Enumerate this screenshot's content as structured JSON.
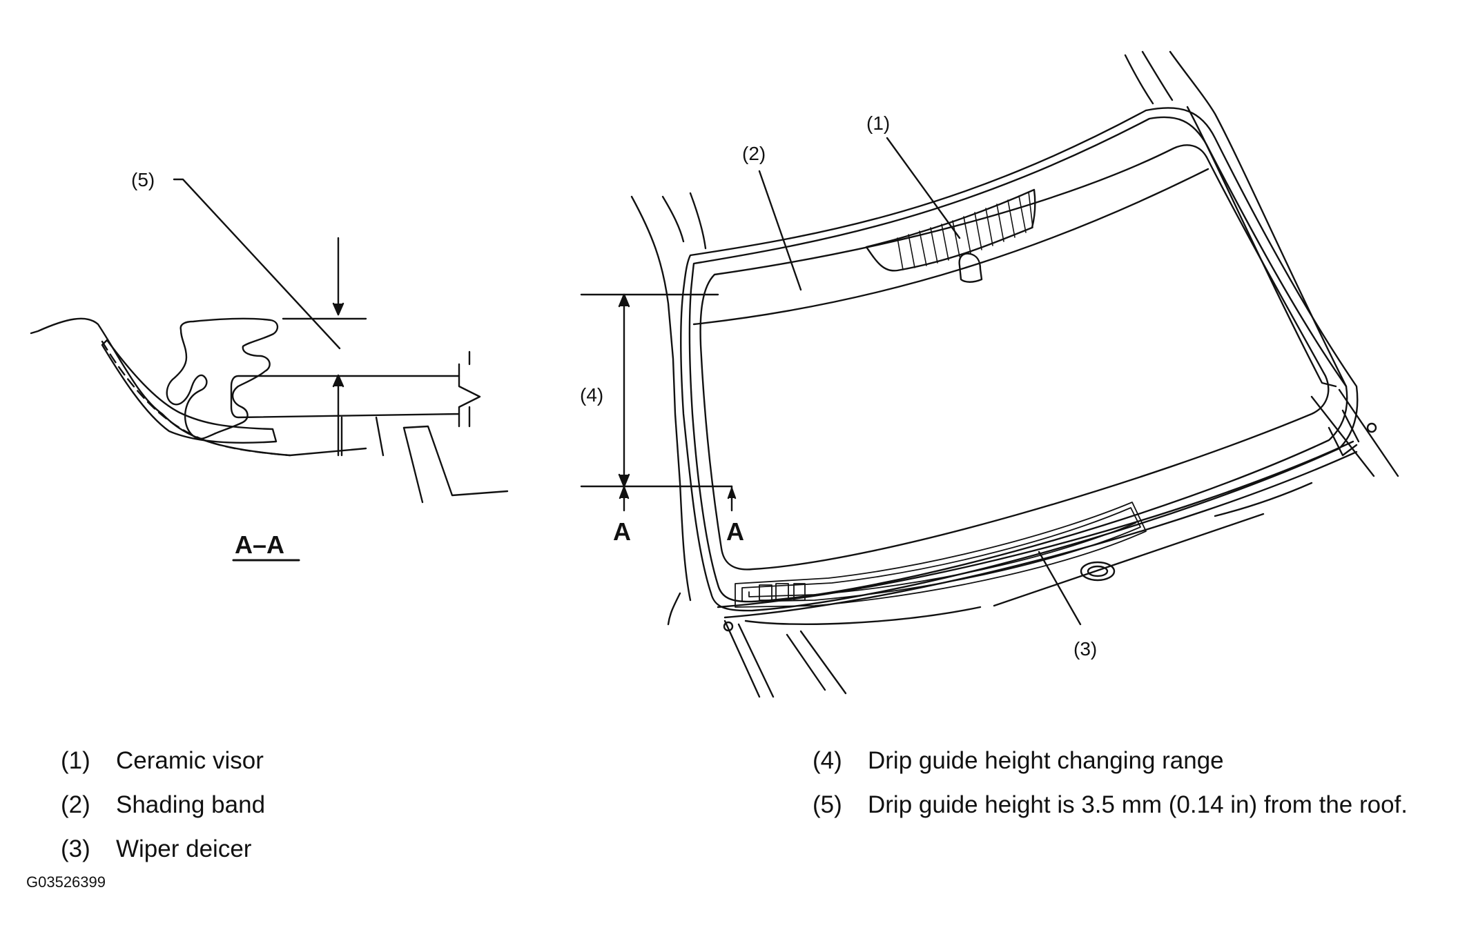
{
  "callouts": {
    "c1": "(1)",
    "c2": "(2)",
    "c3": "(3)",
    "c4": "(4)",
    "c5": "(5)"
  },
  "section": {
    "letter_left": "A",
    "letter_right": "A",
    "caption": "A–A"
  },
  "legend": {
    "left": [
      {
        "num": "(1)",
        "text": "Ceramic visor"
      },
      {
        "num": "(2)",
        "text": "Shading band"
      },
      {
        "num": "(3)",
        "text": "Wiper deicer"
      }
    ],
    "right": [
      {
        "num": "(4)",
        "text": "Drip guide height changing range"
      },
      {
        "num": "(5)",
        "text": "Drip guide height is 3.5 mm (0.14 in) from the roof."
      }
    ]
  },
  "figure_code": "G03526399"
}
